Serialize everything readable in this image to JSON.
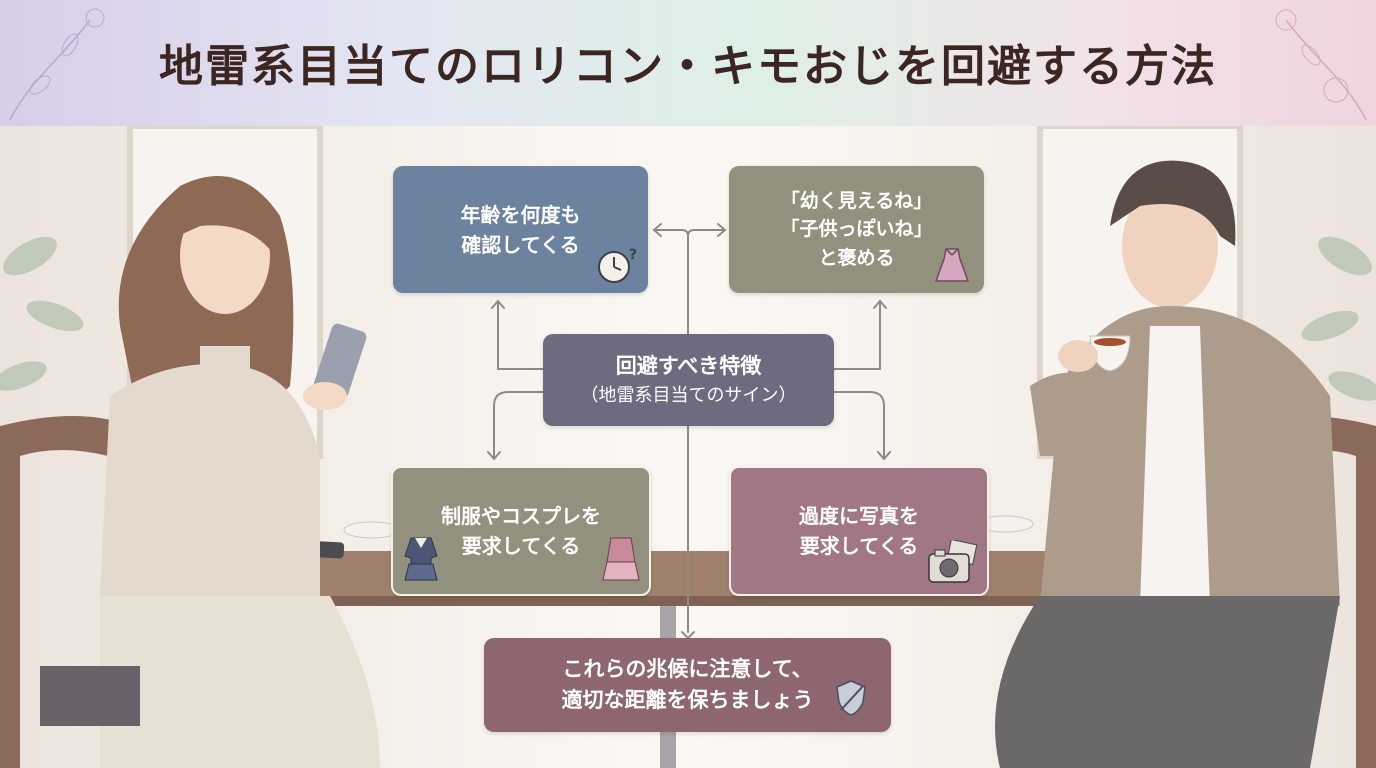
{
  "title": "地雷系目当てのロリコン・キモおじを回避する方法",
  "center": {
    "line1": "回避すべき特徴",
    "line2": "（地雷系目当てのサイン）"
  },
  "boxes": {
    "age": {
      "lines": [
        "年齢を何度も",
        "確認してくる"
      ],
      "icon": "clock-question-icon"
    },
    "praise": {
      "lines": [
        "「幼く見えるね」",
        "「子供っぽいね」",
        "と褒める"
      ],
      "icon": "dress-icon"
    },
    "uniform": {
      "lines": [
        "制服やコスプレを",
        "要求してくる"
      ],
      "icon": "uniform-icon"
    },
    "photo": {
      "lines": [
        "過度に写真を",
        "要求してくる"
      ],
      "icon": "camera-icon"
    }
  },
  "footer": {
    "lines": [
      "これらの兆候に注意して、",
      "適切な距離を保ちましょう"
    ],
    "icon": "shield-icon"
  },
  "colors": {
    "header_gradient": [
      "#d8cde8",
      "#def0e6",
      "#efd4df"
    ],
    "box_blue": "#6d829e",
    "box_olive": "#92917e",
    "box_center": "#6e6a80",
    "box_mauve": "#a17786",
    "box_plum": "#8d6670",
    "connector": "#8f8a88"
  }
}
